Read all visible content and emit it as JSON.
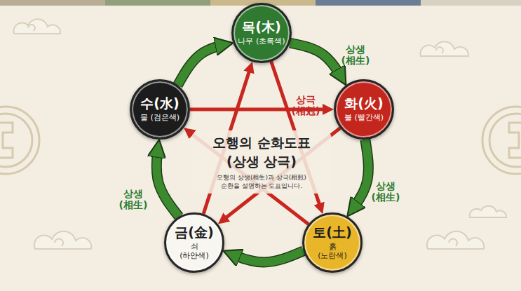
{
  "diagram": {
    "title": "오행의 순화도표 (상생 상극)",
    "caption": "오행의 상생(相生)과 상극(相剋) 순환을 설명하는 도표입니다.",
    "nodes": [
      {
        "text": [
          "목(木)",
          "나무 (초록색)"
        ]
      },
      {
        "text": [
          "화(火)",
          "불 (빨간색)"
        ]
      },
      {
        "text": [
          "토(土)",
          "흙 (노란색)"
        ]
      },
      {
        "text": [
          "금(金)",
          "쇠 (하얀색)"
        ]
      },
      {
        "text": [
          "수(水)",
          "물 (검은색)"
        ]
      }
    ],
    "edges": [
      {
        "from": 0,
        "to": 1,
        "arrow": "to",
        "label": "상생 (相生)"
      },
      {
        "from": 1,
        "to": 2,
        "arrow": "to",
        "label": "상생 (相生)"
      },
      {
        "from": 2,
        "to": 3,
        "arrow": "to"
      },
      {
        "from": 3,
        "to": 4,
        "arrow": "to",
        "label": "상생 (相生)"
      },
      {
        "from": 4,
        "to": 0,
        "arrow": "to"
      },
      {
        "from": 0,
        "to": 2,
        "arrow": "to"
      },
      {
        "from": 2,
        "to": 4,
        "arrow": "to"
      },
      {
        "from": 4,
        "to": 1,
        "arrow": "to",
        "label": "상극 (相剋)"
      },
      {
        "from": 1,
        "to": 3,
        "arrow": "to"
      },
      {
        "from": 3,
        "to": 0,
        "arrow": "to"
      }
    ]
  }
}
